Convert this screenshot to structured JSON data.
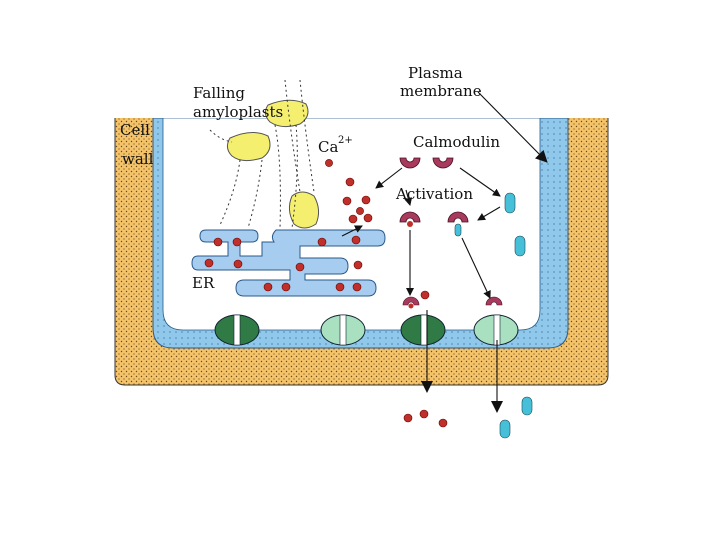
{
  "labels": {
    "falling_line1": "Falling",
    "falling_line2": "amyloplasts",
    "plasma_line1": "Plasma",
    "plasma_line2": "membrane",
    "cell_line1": "Cell",
    "cell_line2": "wall",
    "ca": "Ca",
    "ca_sup": "2+",
    "calmodulin": "Calmodulin",
    "activation": "Activation",
    "er": "ER"
  },
  "colors": {
    "cell_wall": "#f5c46a",
    "plasma_membrane": "#8fc8ea",
    "cytoplasm": "#ffffff",
    "amyloplast": "#f4ef6e",
    "er": "#a6ccf0",
    "calcium_ion": "#c0302a",
    "calmodulin": "#a83a5e",
    "active_calmodulin_marker": "#46c0d8",
    "channel_dark": "#2f7a45",
    "channel_light": "#a8e0c0"
  }
}
